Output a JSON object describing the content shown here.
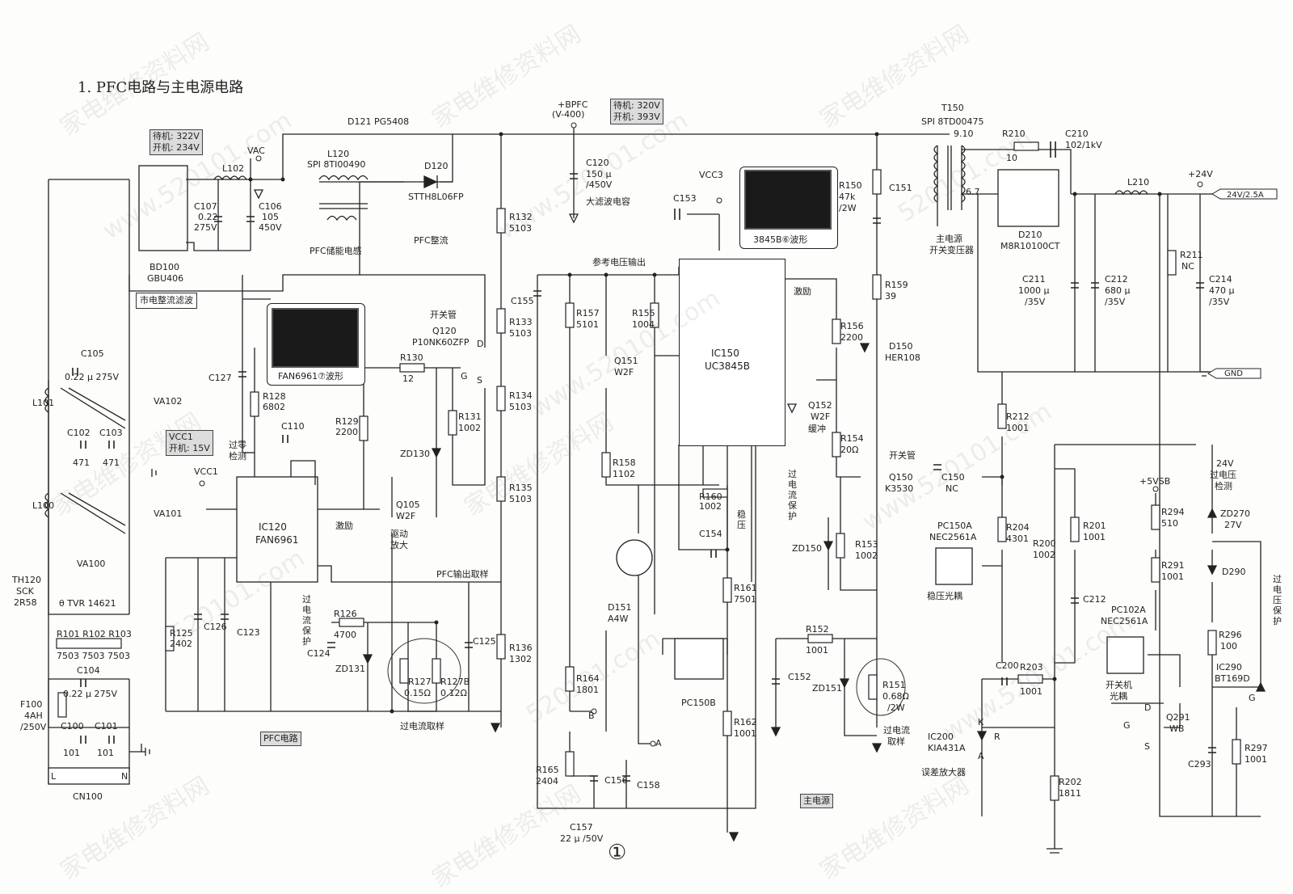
{
  "title": "1. PFC电路与主电源电路",
  "page_number": "①",
  "watermarks": [
    "家电维修资料网",
    "www.520101.com",
    "520101.com"
  ],
  "boxes": {
    "standby_ac": "待机: 322V\n开机: 234V",
    "standby_bpfc": "待机: 320V\n开机: 393V",
    "vcc1_box": "VCC1\n开机: 15V",
    "mains_rect": "市电整流滤波",
    "pfc_circuit": "PFC电路",
    "main_power": "主电源",
    "out_24v": "24V/2.5A",
    "out_gnd": "GND"
  },
  "scopes": {
    "fan6961": "FAN6961⑦波形",
    "uc3845": "3845B⑥波形"
  },
  "labels": {
    "vac": "VAC",
    "bpfc": "+BPFC",
    "bpfc_v": "(V-400)",
    "vcc3": "VCC3",
    "plus24": "+24V",
    "plus5vsb": "+5VSB",
    "vcc1": "VCC1",
    "d121": "D121  PG5408",
    "l120": "L120",
    "l120_part": "SPI  8TI00490",
    "d120": "D120",
    "d120_part": "STTH8L06FP",
    "pfc_rect": "PFC整流",
    "pfc_inductor": "PFC储能电感",
    "c120": "C120",
    "c120_v": "150 μ",
    "c120_v2": "/450V",
    "big_cap": "大滤波电容",
    "t150": "T150",
    "t150_part": "SPI  8TD00475",
    "t150_pins": "9.10",
    "t150_pins2": "6.7",
    "main_xfmr": "主电源",
    "main_xfmr2": "开关变压器",
    "r210": "R210",
    "r210_v": "10",
    "c210": "C210",
    "c210_v": "102/1kV",
    "d210": "D210",
    "d210_part": "M8R10100CT",
    "l210": "L210",
    "c211": "C211",
    "c211_v": "1000 μ",
    "c211_v2": "/35V",
    "c212": "C212",
    "c212_v": "680 μ",
    "c212_v2": "/35V",
    "r211": "R211",
    "r211_v": "NC",
    "c214": "C214",
    "c214_v": "470 μ",
    "c214_v2": "/35V",
    "bd100": "BD100",
    "bd100_part": "GBU406",
    "l102": "L102",
    "c107": "C107",
    "c107_v": "0.22",
    "c107_v2": "275V",
    "c106": "C106",
    "c106_v": "105",
    "c106_v2": "450V",
    "c105": "C105",
    "c105_v": "0.22 μ    275V",
    "l101": "L101",
    "l100": "L100",
    "va102": "VA102",
    "va101": "VA101",
    "va100": "VA100",
    "c102": "C102",
    "c102_v": "471",
    "c103": "C103",
    "c103_v": "471",
    "th120": "TH120",
    "th120_v": "SCK",
    "th120_v2": "2R58",
    "tvr": "θ    TVR  14621",
    "r101": "R101 R102 R103",
    "r101_v": "7503 7503 7503",
    "c104": "C104",
    "c104_v": "0.22 μ    275V",
    "f100": "F100",
    "f100_v": "4AH",
    "f100_v2": "/250V",
    "c100": "C100",
    "c100_v": "101",
    "c101": "C101",
    "c101_v": "101",
    "cn100": "CN100",
    "cn_l": "L",
    "cn_n": "N",
    "c127": "C127",
    "r128": "R128",
    "r128_v": "6802",
    "zero_detect": "过零",
    "zero_detect2": "检测",
    "c110": "C110",
    "ic120": "IC120",
    "ic120_part": "FAN6961",
    "r129": "R129",
    "r129_v": "2200",
    "switch_tube": "开关管",
    "q120": "Q120",
    "q120_part": "P10NK60ZFP",
    "r130": "R130",
    "r130_v": "12",
    "r131": "R131",
    "r131_v": "1002",
    "zd130": "ZD130",
    "q105": "Q105",
    "q105_part": "W2F",
    "drive_amp": "驱动",
    "drive_amp2": "放大",
    "excite": "激励",
    "pfc_sample": "PFC输出取样",
    "r125": "R125",
    "r125_v": "2402",
    "c126": "C126",
    "c123": "C123",
    "ocp": "过电流保护",
    "r126": "R126",
    "r126_v": "4700",
    "c124": "C124",
    "zd131": "ZD131",
    "r127": "R127",
    "r127_v": "0.15Ω",
    "r127b": "R127B",
    "r127b_v": "0.12Ω",
    "oc_sample": "过电流取样",
    "c125": "C125",
    "r132": "R132",
    "r132_v": "5103",
    "r133": "R133",
    "r133_v": "5103",
    "r134": "R134",
    "r134_v": "5103",
    "r135": "R135",
    "r135_v": "5103",
    "r136": "R136",
    "r136_v": "1302",
    "c155": "C155",
    "ref_out": "参考电压输出",
    "r157": "R157",
    "r157_v": "5101",
    "r155": "R155",
    "r155_v": "1004",
    "q151": "Q151",
    "q151_part": "W2F",
    "r158": "R158",
    "r158_v": "1102",
    "d151": "D151",
    "d151_part": "A4W",
    "r164": "R164",
    "r164_v": "1801",
    "r165": "R165",
    "r165_v": "2404",
    "c156": "C156",
    "c158": "C158",
    "c157": "C157",
    "c157_v": "22 μ /50V",
    "pt_a": "A",
    "pt_b": "B",
    "c153": "C153",
    "ic150": "IC150",
    "ic150_part": "UC3845B",
    "r160": "R160",
    "r160_v": "1002",
    "c154": "C154",
    "regulate": "稳压",
    "r161": "R161",
    "r161_v": "7501",
    "pc150b": "PC150B",
    "r162": "R162",
    "r162_v": "1001",
    "ocp2": "过电流保护",
    "c152": "C152",
    "q152": "Q152",
    "q152_part": "W2F",
    "buffer": "缓冲",
    "r156": "R156",
    "r156_v": "2200",
    "r154": "R154",
    "r154_v": "20Ω",
    "excite2": "激励",
    "r150": "R150",
    "r150_v": "47k",
    "r150_v2": "/2W",
    "c151": "C151",
    "r159": "R159",
    "r159_v": "39",
    "d150": "D150",
    "d150_part": "HER108",
    "switch_tube2": "开关管",
    "q150": "Q150",
    "q150_part": "K3530",
    "c150": "C150",
    "c150_v": "NC",
    "zd150": "ZD150",
    "r153": "R153",
    "r153_v": "1002",
    "r152": "R152",
    "r152_v": "1001",
    "zd151": "ZD151",
    "r151": "R151",
    "r151_v": "0.68Ω",
    "r151_v2": "/2W",
    "oc_sample2": "过电流",
    "oc_sample3": "取样",
    "r212": "R212",
    "r212_v": "1001",
    "pc150a": "PC150A",
    "pc150a_part": "NEC2561A",
    "reg_opto": "稳压光耦",
    "r204": "R204",
    "r204_v": "4301",
    "r200": "R200",
    "r200_v": "1002",
    "r201": "R201",
    "r201_v": "1001",
    "c212b": "C212",
    "c200": "C200",
    "r203": "R203",
    "r203_v": "1001",
    "ic200": "IC200",
    "ic200_part": "KIA431A",
    "err_amp": "误差放大器",
    "r202": "R202",
    "r202_v": "1811",
    "pin_k": "K",
    "pin_a": "A",
    "pin_r": "R",
    "r294": "R294",
    "r294_v": "510",
    "r291": "R291",
    "r291_v": "1001",
    "pc102a": "PC102A",
    "pc102a_part": "NEC2561A",
    "onoff_opto": "开关机",
    "onoff_opto2": "光耦",
    "q291": "Q291",
    "q291_part": "WB",
    "ov_detect": "24V",
    "ov_detect2": "过电压",
    "ov_detect3": "检测",
    "zd270": "ZD270",
    "zd270_v": "27V",
    "d290": "D290",
    "r296": "R296",
    "r296_v": "100",
    "ovp": "过电压保护",
    "ic290": "IC290",
    "ic290_part": "BT169D",
    "c293": "C293",
    "r297": "R297",
    "r297_v": "1001",
    "pin_g": "G",
    "pin_d": "D",
    "pin_s": "S"
  }
}
